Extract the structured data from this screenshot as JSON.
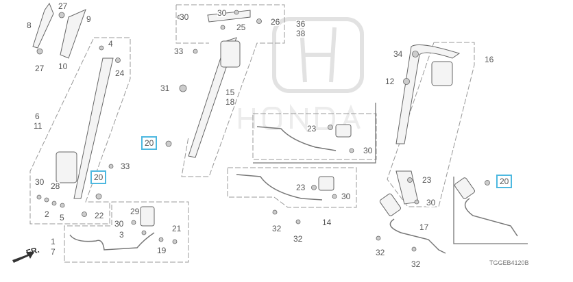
{
  "diagram_code": "TGGEB4120B",
  "direction_label": "FR.",
  "watermark": "HONDA",
  "highlight_color": "#4db8e0",
  "labels": {
    "l27a": "27",
    "l8": "8",
    "l9": "9",
    "l10": "10",
    "l27b": "27",
    "l4": "4",
    "l24": "24",
    "l6": "6",
    "l11": "11",
    "l33a": "33",
    "l20a": "20",
    "l30a": "30",
    "l28": "28",
    "l2": "2",
    "l5": "5",
    "l22": "22",
    "l29": "29",
    "l30b": "30",
    "l3": "3",
    "l21": "21",
    "l19": "19",
    "l1": "1",
    "l7": "7",
    "l30c": "30",
    "l30d": "30",
    "l26": "26",
    "l25": "25",
    "l36": "36",
    "l38": "38",
    "l33b": "33",
    "l31": "31",
    "l15": "15",
    "l18": "18",
    "l20b": "20",
    "l23a": "23",
    "l30e": "30",
    "l23b": "23",
    "l30f": "30",
    "l14": "14",
    "l32a": "32",
    "l32b": "32",
    "l34": "34",
    "l16": "16",
    "l12": "12",
    "l23c": "23",
    "l30g": "30",
    "l20c": "20",
    "l17": "17",
    "l32c": "32",
    "l32d": "32"
  }
}
